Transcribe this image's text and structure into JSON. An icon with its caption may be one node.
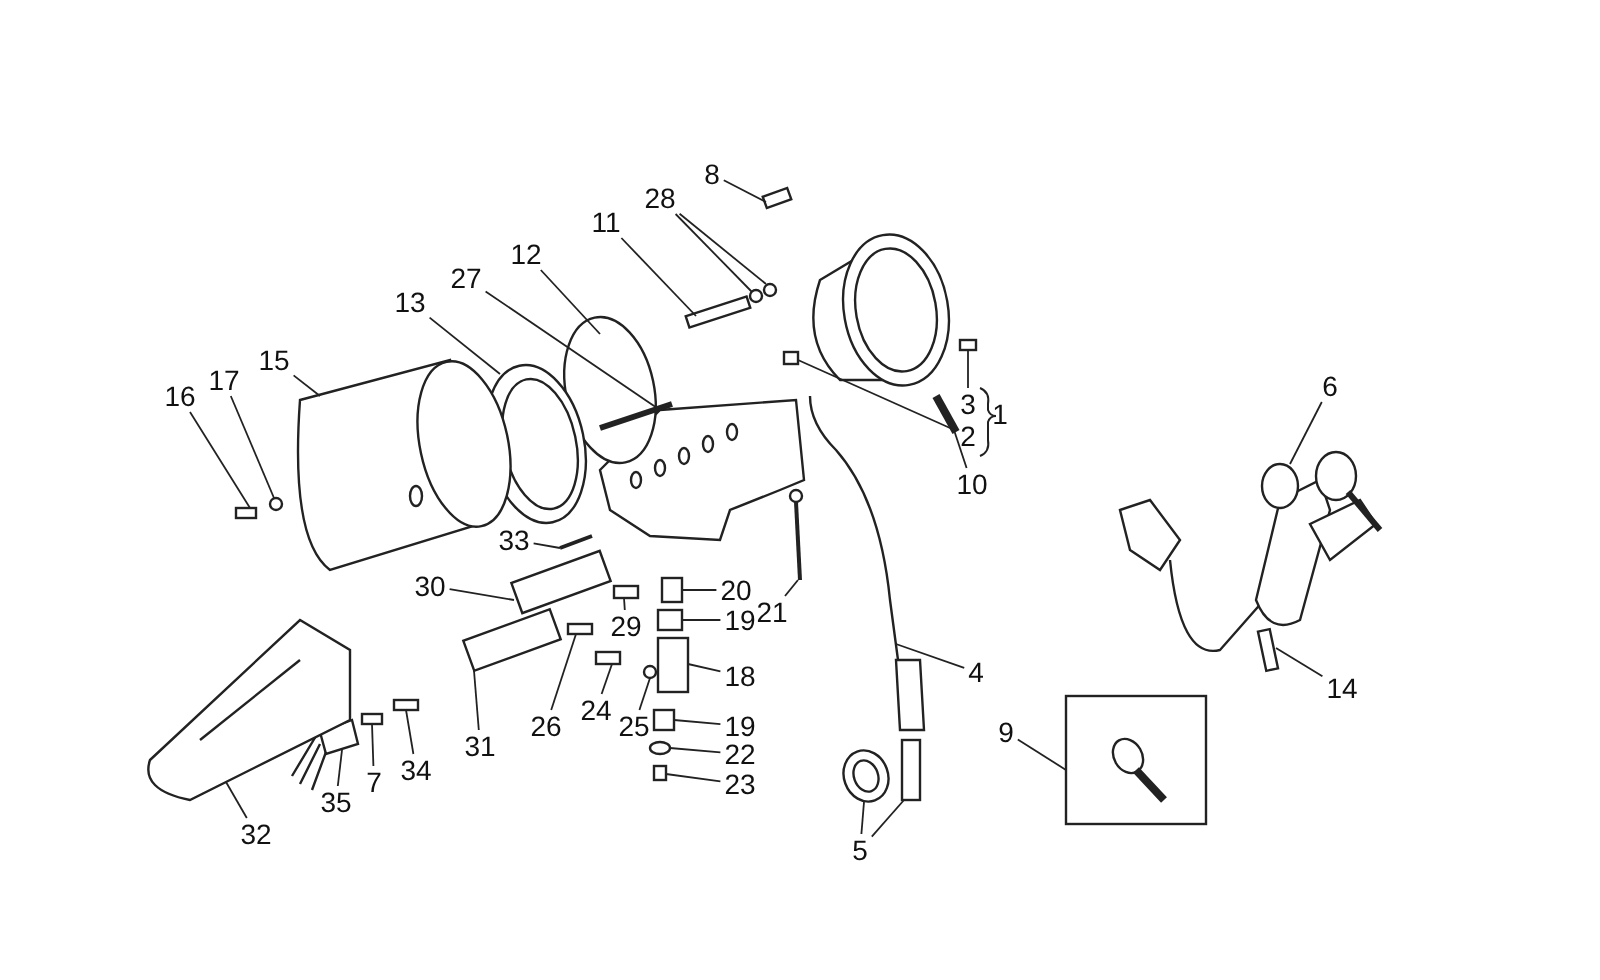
{
  "diagram": {
    "nodes": [
      {
        "text": [
          "8"
        ]
      },
      {
        "text": [
          "28"
        ]
      },
      {
        "text": [
          "11"
        ]
      },
      {
        "text": [
          "12"
        ]
      },
      {
        "text": [
          "27"
        ]
      },
      {
        "text": [
          "13"
        ]
      },
      {
        "text": [
          "15"
        ]
      },
      {
        "text": [
          "17"
        ]
      },
      {
        "text": [
          "16"
        ]
      },
      {
        "text": [
          "6"
        ]
      },
      {
        "text": [
          "3"
        ]
      },
      {
        "text": [
          "2"
        ]
      },
      {
        "text": [
          "10"
        ]
      },
      {
        "text": [
          "33"
        ]
      },
      {
        "text": [
          "21"
        ]
      },
      {
        "text": [
          "30"
        ]
      },
      {
        "text": [
          "20"
        ]
      },
      {
        "text": [
          "29"
        ]
      },
      {
        "text": [
          "19"
        ]
      },
      {
        "text": [
          "4"
        ]
      },
      {
        "text": [
          "18"
        ]
      },
      {
        "text": [
          "24"
        ]
      },
      {
        "text": [
          "14"
        ]
      },
      {
        "text": [
          "26"
        ]
      },
      {
        "text": [
          "31"
        ]
      },
      {
        "text": [
          "25"
        ]
      },
      {
        "text": [
          "19"
        ]
      },
      {
        "text": [
          "9"
        ]
      },
      {
        "text": [
          "22"
        ]
      },
      {
        "text": [
          "7"
        ]
      },
      {
        "text": [
          "34"
        ]
      },
      {
        "text": [
          "23"
        ]
      },
      {
        "text": [
          "35"
        ]
      },
      {
        "text": [
          "32"
        ]
      },
      {
        "text": [
          "5"
        ]
      },
      {
        "text": [],
        "shape": "box"
      },
      {
        "text": [],
        "shape": "circle"
      },
      {
        "text": [],
        "shape": "circle"
      },
      {
        "text": [],
        "shape": "box"
      },
      {
        "text": [],
        "shape": "circle"
      },
      {
        "text": [],
        "shape": "bar"
      },
      {
        "text": [],
        "shape": "picture"
      },
      {
        "text": [],
        "shape": "picture"
      },
      {
        "text": [],
        "shape": "circle"
      },
      {
        "text": [],
        "shape": "box"
      },
      {
        "text": [],
        "shape": "picture"
      },
      {
        "text": [],
        "shape": "box"
      },
      {
        "text": [],
        "shape": "box"
      },
      {
        "text": [],
        "shape": "bar"
      },
      {
        "text": [],
        "shape": "bar"
      },
      {
        "text": [],
        "shape": "picture"
      },
      {
        "text": [],
        "shape": "box"
      },
      {
        "text": [],
        "shape": "box"
      },
      {
        "text": [],
        "shape": "box"
      },
      {
        "text": [],
        "shape": "box"
      },
      {
        "text": [],
        "shape": "picture"
      },
      {
        "text": [],
        "shape": "box"
      },
      {
        "text": [],
        "shape": "box"
      },
      {
        "text": [],
        "shape": "box"
      },
      {
        "text": [],
        "shape": "box"
      },
      {
        "text": [],
        "shape": "box"
      },
      {
        "text": [],
        "shape": "circle"
      },
      {
        "text": [],
        "shape": "box"
      },
      {
        "text": [],
        "shape": "picture"
      },
      {
        "text": [],
        "shape": "circle"
      },
      {
        "text": [],
        "shape": "box"
      },
      {
        "text": [],
        "shape": "box"
      },
      {
        "text": [],
        "shape": "box"
      },
      {
        "text": [],
        "shape": "picture"
      },
      {
        "text": [],
        "shape": "picture"
      },
      {
        "text": [],
        "shape": "picture"
      },
      {
        "text": [],
        "shape": "box"
      }
    ],
    "edges": [
      {
        "from": 0,
        "to": 35,
        "arrow": "none"
      },
      {
        "from": 1,
        "to": 36,
        "arrow": "none"
      },
      {
        "from": 1,
        "to": 37,
        "arrow": "none"
      },
      {
        "from": 2,
        "to": 38,
        "arrow": "none"
      },
      {
        "from": 3,
        "to": 39,
        "arrow": "none"
      },
      {
        "from": 4,
        "to": 40,
        "arrow": "none"
      },
      {
        "from": 5,
        "to": 41,
        "arrow": "none"
      },
      {
        "from": 6,
        "to": 42,
        "arrow": "none"
      },
      {
        "from": 7,
        "to": 43,
        "arrow": "none"
      },
      {
        "from": 8,
        "to": 44,
        "arrow": "none"
      },
      {
        "from": 9,
        "to": 45,
        "arrow": "none"
      },
      {
        "from": 10,
        "to": 46,
        "arrow": "none"
      },
      {
        "from": 11,
        "to": 47,
        "arrow": "none"
      },
      {
        "from": 12,
        "to": 48,
        "arrow": "none"
      },
      {
        "from": 13,
        "to": 49,
        "arrow": "none"
      },
      {
        "from": 14,
        "to": 50,
        "arrow": "none"
      },
      {
        "from": 15,
        "to": 51,
        "arrow": "none"
      },
      {
        "from": 16,
        "to": 52,
        "arrow": "none"
      },
      {
        "from": 17,
        "to": 53,
        "arrow": "none"
      },
      {
        "from": 18,
        "to": 54,
        "arrow": "none"
      },
      {
        "from": 19,
        "to": 55,
        "arrow": "none"
      },
      {
        "from": 20,
        "to": 56,
        "arrow": "none"
      },
      {
        "from": 21,
        "to": 57,
        "arrow": "none"
      },
      {
        "from": 22,
        "to": 58,
        "arrow": "none"
      },
      {
        "from": 23,
        "to": 59,
        "arrow": "none"
      },
      {
        "from": 24,
        "to": 60,
        "arrow": "none"
      },
      {
        "from": 25,
        "to": 61,
        "arrow": "none"
      },
      {
        "from": 26,
        "to": 62,
        "arrow": "none"
      },
      {
        "from": 27,
        "to": 63,
        "arrow": "none"
      },
      {
        "from": 28,
        "to": 64,
        "arrow": "none"
      },
      {
        "from": 29,
        "to": 65,
        "arrow": "none"
      },
      {
        "from": 30,
        "to": 66,
        "arrow": "none"
      },
      {
        "from": 31,
        "to": 67,
        "arrow": "none"
      },
      {
        "from": 32,
        "to": 68,
        "arrow": "none"
      },
      {
        "from": 33,
        "to": 69,
        "arrow": "none"
      },
      {
        "from": 34,
        "to": 70,
        "arrow": "none"
      },
      {
        "from": 34,
        "to": 71,
        "arrow": "none"
      }
    ],
    "labels": [
      "1"
    ]
  }
}
